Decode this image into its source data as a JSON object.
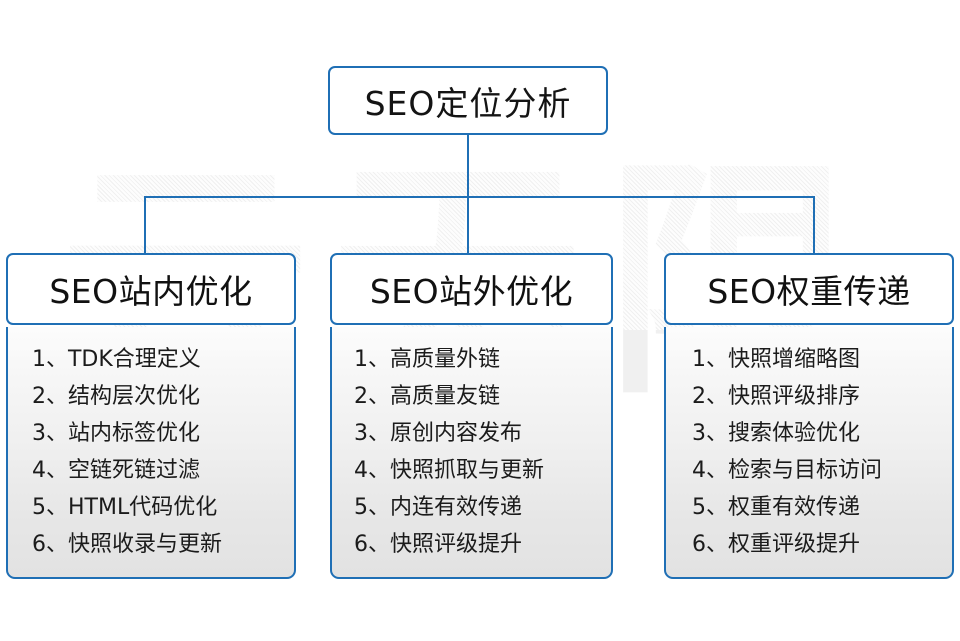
{
  "watermark": {
    "text": "云无限"
  },
  "diagram": {
    "root": {
      "label": "SEO定位分析"
    },
    "branches": [
      {
        "header": "SEO站内优化",
        "items": [
          "1、TDK合理定义",
          "2、结构层次优化",
          "3、站内标签优化",
          "4、空链死链过滤",
          "5、HTML代码优化",
          "6、快照收录与更新"
        ]
      },
      {
        "header": "SEO站外优化",
        "items": [
          "1、高质量外链",
          "2、高质量友链",
          "3、原创内容发布",
          "4、快照抓取与更新",
          "5、内连有效传递",
          "6、快照评级提升"
        ]
      },
      {
        "header": "SEO权重传递",
        "items": [
          "1、快照增缩略图",
          "2、快照评级排序",
          "3、搜索体验优化",
          "4、检索与目标访问",
          "5、权重有效传递",
          "6、权重评级提升"
        ]
      }
    ]
  },
  "colors": {
    "accent": "#1f6fb5",
    "text": "#141414",
    "background": "#ffffff",
    "watermark": "#eeeeee"
  }
}
